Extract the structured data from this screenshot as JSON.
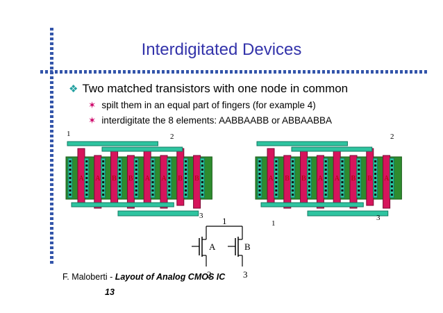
{
  "slide": {
    "title": "Interdigitated Devices",
    "bullet_main": "Two matched transistors with one node in common",
    "sub_bullets": [
      "spilt them in an equal part of fingers (for example 4)",
      "interdigitate the 8 elements: AABBAABB or ABBAABBA"
    ],
    "footer_author": "F. Maloberti - ",
    "footer_title": "Layout of Analog CMOS IC",
    "page_number": "13"
  },
  "layout_left": {
    "sequence": [
      "A",
      "A",
      "B",
      "B",
      "A",
      "A",
      "B",
      "B"
    ],
    "node_labels": {
      "n1": "1",
      "n2": "2",
      "n3": "3"
    }
  },
  "layout_right": {
    "sequence": [
      "A",
      "B",
      "B",
      "A",
      "A",
      "B",
      "B",
      "A"
    ],
    "node_labels": {
      "n1": "1",
      "n2": "2",
      "n3": "3"
    }
  },
  "schematic": {
    "node1": "1",
    "node2": "2",
    "node3": "3",
    "transistor_a": "A",
    "transistor_b": "B"
  },
  "colors": {
    "title": "#3333aa",
    "active": "#2e8b2e",
    "gate": "#d6145c",
    "metal": "#2ec4a0",
    "grid": "#3355aa"
  }
}
